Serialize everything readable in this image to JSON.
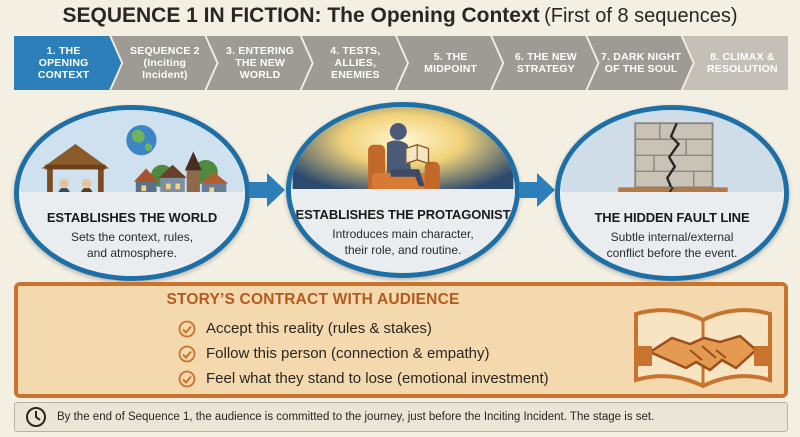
{
  "title": {
    "main": "SEQUENCE 1 IN FICTION: The Opening Context",
    "sub": "(First of 8 sequences)"
  },
  "sequences": [
    {
      "label": "1. THE\nOPENING\nCONTEXT",
      "active": true
    },
    {
      "label": "SEQUENCE 2\n(Inciting\nIncident)",
      "active": false
    },
    {
      "label": "3. ENTERING\nTHE NEW\nWORLD",
      "active": false
    },
    {
      "label": "4. TESTS,\nALLIES,\nENEMIES",
      "active": false
    },
    {
      "label": "5. THE\nMIDPOINT",
      "active": false
    },
    {
      "label": "6. THE NEW\nSTRATEGY",
      "active": false
    },
    {
      "label": "7. DARK NIGHT\nOF THE SOUL",
      "active": false
    },
    {
      "label": "8. CLIMAX &\nRESOLUTION",
      "active": false
    }
  ],
  "colors": {
    "active": "#2c7fb8",
    "inactive": "#9e9b95",
    "faded": "#c4c0b8",
    "circle_border": "#1e6fa6",
    "arrow": "#2c7fb8",
    "contract_border": "#c9742e",
    "contract_title": "#b35a1f"
  },
  "stages": [
    {
      "title": "ESTABLISHES THE WORLD",
      "desc_line1": "Sets the context, rules,",
      "desc_line2": "and atmosphere.",
      "icon": "world-village-icon"
    },
    {
      "title": "ESTABLISHES THE PROTAGONIST",
      "desc_line1": "Introduces main character,",
      "desc_line2": "their role, and routine.",
      "icon": "reading-person-icon"
    },
    {
      "title": "THE HIDDEN FAULT LINE",
      "desc_line1": "Subtle internal/external",
      "desc_line2": "conflict before the event.",
      "icon": "cracked-wall-icon"
    }
  ],
  "contract": {
    "title": "STORY’S CONTRACT WITH AUDIENCE",
    "items": [
      "Accept this reality (rules & stakes)",
      "Follow this person (connection & empathy)",
      "Feel what they stand to lose (emotional investment)"
    ],
    "icon": "handshake-book-icon"
  },
  "footer": {
    "icon": "clock-icon",
    "text": "By the end of Sequence 1, the audience is committed to the journey, just before the Inciting Incident. The stage is set."
  }
}
